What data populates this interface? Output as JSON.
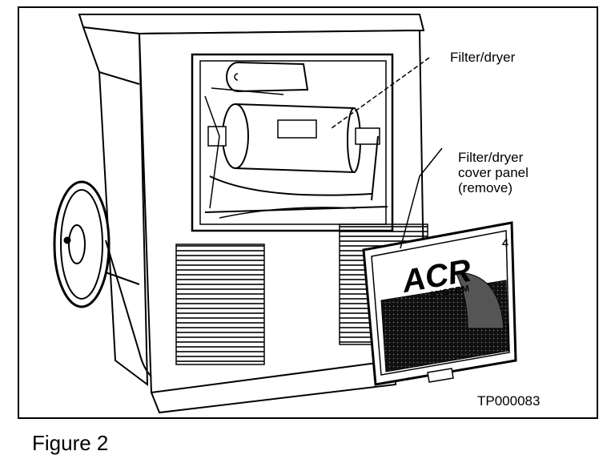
{
  "figure": {
    "caption": "Figure 2",
    "reference_code": "TP000083"
  },
  "callouts": {
    "filter_dryer": "Filter/dryer",
    "cover_panel_line1": "Filter/dryer",
    "cover_panel_line2": "cover panel",
    "cover_panel_line3": "(remove)"
  },
  "panel_logo": {
    "brand": "ACR",
    "superscript": "4",
    "system": "SYSTEM"
  }
}
